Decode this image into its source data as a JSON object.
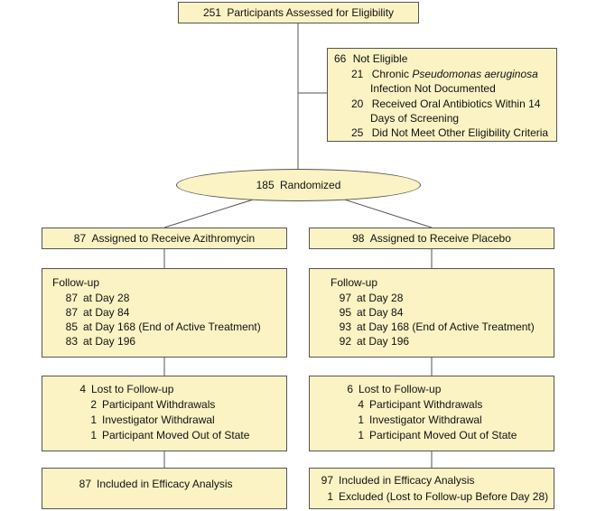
{
  "assessed": {
    "count": "251",
    "label": "Participants Assessed for Eligibility"
  },
  "not_eligible": {
    "count": "66",
    "label": "Not Eligible",
    "reasons": [
      {
        "count": "21",
        "line1_plain": "Chronic ",
        "line1_italic": "Pseudomonas aeruginosa",
        "line2": "Infection Not Documented"
      },
      {
        "count": "20",
        "line1": "Received Oral Antibiotics Within 14",
        "line2": "Days of Screening"
      },
      {
        "count": "25",
        "line1": "Did Not Meet Other Eligibility Criteria"
      }
    ]
  },
  "randomized": {
    "count": "185",
    "label": "Randomized"
  },
  "arms": [
    {
      "assigned": {
        "count": "87",
        "label": "Assigned to Receive Azithromycin"
      },
      "followup_title": "Follow-up",
      "followup": [
        {
          "count": "87",
          "label": "at Day 28"
        },
        {
          "count": "87",
          "label": "at Day 84"
        },
        {
          "count": "85",
          "label": "at Day 168 (End of Active Treatment)"
        },
        {
          "count": "83",
          "label": "at Day 196"
        }
      ],
      "lost": {
        "count": "4",
        "label": "Lost to Follow-up"
      },
      "lost_items": [
        {
          "count": "2",
          "label": "Participant Withdrawals"
        },
        {
          "count": "1",
          "label": "Investigator Withdrawal"
        },
        {
          "count": "1",
          "label": "Participant Moved Out of State"
        }
      ],
      "analysis": [
        {
          "count": "87",
          "label": "Included in Efficacy Analysis"
        }
      ]
    },
    {
      "assigned": {
        "count": "98",
        "label": "Assigned to Receive Placebo"
      },
      "followup_title": "Follow-up",
      "followup": [
        {
          "count": "97",
          "label": "at Day 28"
        },
        {
          "count": "95",
          "label": "at Day 84"
        },
        {
          "count": "93",
          "label": "at Day 168 (End of Active Treatment)"
        },
        {
          "count": "92",
          "label": "at Day 196"
        }
      ],
      "lost": {
        "count": "6",
        "label": "Lost to Follow-up"
      },
      "lost_items": [
        {
          "count": "4",
          "label": "Participant Withdrawals"
        },
        {
          "count": "1",
          "label": "Investigator Withdrawal"
        },
        {
          "count": "1",
          "label": "Participant Moved Out of State"
        }
      ],
      "analysis": [
        {
          "count": "97",
          "label": "Included in Efficacy Analysis"
        },
        {
          "count": "1",
          "label": "Excluded (Lost to Follow-up Before Day 28)"
        }
      ]
    }
  ],
  "colors": {
    "box_fill": "#fbf3c4",
    "box_border": "#555555",
    "line": "#555555"
  }
}
